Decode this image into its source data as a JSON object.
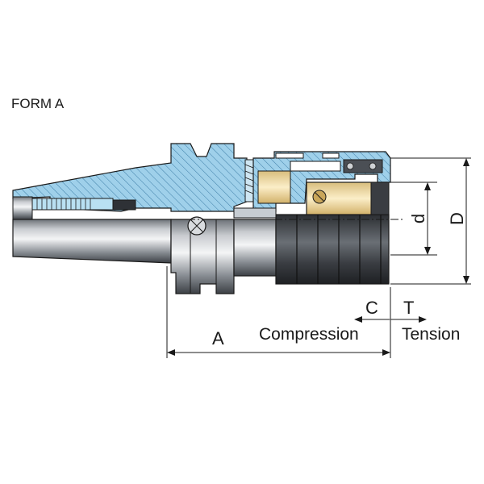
{
  "form_label": "FORM A",
  "dimensions": {
    "A": "A",
    "C": "C",
    "T": "T",
    "d": "d",
    "D": "D",
    "compression": "Compression",
    "tension": "Tension"
  },
  "colors": {
    "section_fill": "#9fd0ea",
    "hatch": "#3f7fa8",
    "outline": "#1a1a1a",
    "brass": "#f2dca4",
    "steel_dark": "#3a3d42",
    "steel_light": "#eef0f2"
  }
}
